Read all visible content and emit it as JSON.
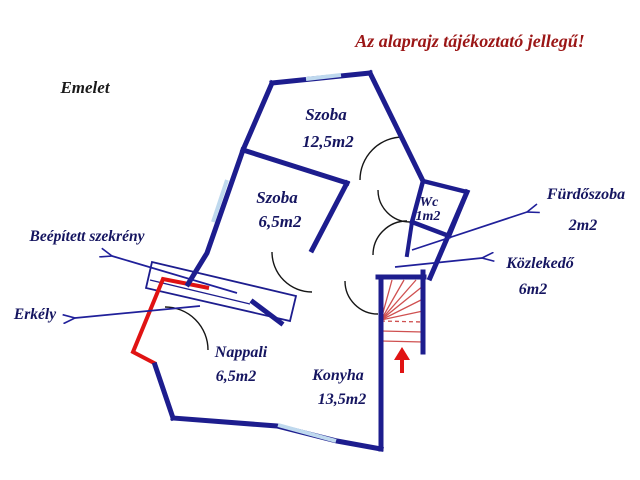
{
  "title": {
    "text": "Az alaprajz tájékoztató jellegű!"
  },
  "floor_label": "Emelet",
  "rooms": [
    {
      "id": "szoba-felso",
      "name": "Szoba",
      "area": "12,5m2"
    },
    {
      "id": "szoba-bal",
      "name": "Szoba",
      "area": "6,5m2"
    },
    {
      "id": "wc",
      "name": "Wc",
      "area": "1m2"
    },
    {
      "id": "furdoszoba",
      "name": "Fürdőszoba",
      "area": "2m2"
    },
    {
      "id": "kozlekedo",
      "name": "Közlekedő",
      "area": "6m2"
    },
    {
      "id": "nappali",
      "name": "Nappali",
      "area": "6,5m2"
    },
    {
      "id": "konyha",
      "name": "Konyha",
      "area": "13,5m2"
    }
  ],
  "annotations": [
    {
      "id": "beepitett-szekreny",
      "label": "Beépített szekrény"
    },
    {
      "id": "erkely",
      "label": "Erkély"
    }
  ],
  "colors": {
    "wall_navy": "#1d1d8e",
    "window_blue": "#bfd9ee",
    "balcony_red": "#e01313",
    "stair_red": "#cf5050",
    "stair_arrow_red": "#e01313",
    "door_arc_black": "#161616",
    "room_label_navy": "#151560",
    "title_red": "#9b1616"
  }
}
